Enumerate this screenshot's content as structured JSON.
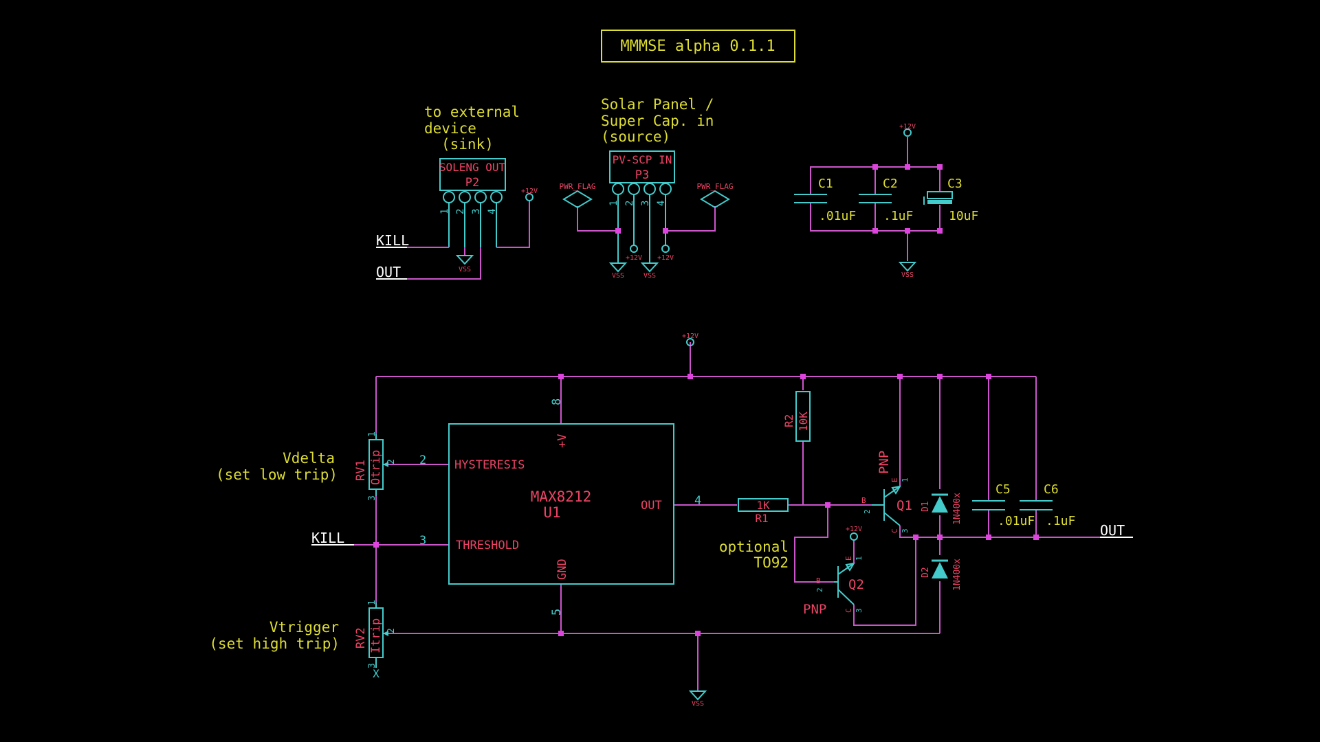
{
  "colors": {
    "background": "#000000",
    "wire": "#cc55cc",
    "component": "#44cccc",
    "reference": "#ee4466",
    "label": "#dddd33",
    "net": "#ffffff",
    "junction": "#dd44dd"
  },
  "title": "MMMSE alpha 0.1.1",
  "annotations": {
    "p2_note": [
      "to external",
      "device",
      "(sink)"
    ],
    "p3_note": [
      "Solar Panel /",
      "Super Cap. in",
      "(source)"
    ],
    "vdelta": [
      "Vdelta",
      "(set low trip)"
    ],
    "vtrigger": [
      "Vtrigger",
      "(set high trip)"
    ],
    "optional": [
      "optional",
      "TO92"
    ]
  },
  "nets": {
    "kill": "KILL",
    "out": "OUT"
  },
  "power": {
    "p12v": "+12V",
    "vss": "VSS",
    "pwr_flag": "PWR_FLAG"
  },
  "components": {
    "p2": {
      "ref": "P2",
      "value": "SOLENG OUT",
      "pins": [
        "1",
        "2",
        "3",
        "4"
      ]
    },
    "p3": {
      "ref": "P3",
      "value": "PV-SCP IN",
      "pins": [
        "1",
        "2",
        "3",
        "4"
      ]
    },
    "c1": {
      "ref": "C1",
      "value": ".01uF"
    },
    "c2": {
      "ref": "C2",
      "value": ".1uF"
    },
    "c3": {
      "ref": "C3",
      "value": "10uF"
    },
    "u1": {
      "ref": "U1",
      "value": "MAX8212",
      "pins": {
        "hyst": "HYSTERESIS",
        "thresh": "THRESHOLD",
        "out": "OUT",
        "v": "+V",
        "gnd": "GND"
      },
      "pin_numbers": [
        "8",
        "2",
        "3",
        "4",
        "5"
      ]
    },
    "rv1": {
      "ref": "RV1",
      "value": "Otrip"
    },
    "rv2": {
      "ref": "RV2",
      "value": "Itrip"
    },
    "r1": {
      "ref": "R1",
      "value": "1K"
    },
    "r2": {
      "ref": "R2",
      "value": "10K"
    },
    "q1": {
      "ref": "Q1",
      "value": "PNP"
    },
    "q2": {
      "ref": "Q2",
      "value": "PNP"
    },
    "d1": {
      "ref": "D1",
      "value": "1N400x"
    },
    "d2": {
      "ref": "D2",
      "value": "1N400x"
    },
    "c5": {
      "ref": "C5",
      "value": ".01uF"
    },
    "c6": {
      "ref": "C6",
      "value": ".1uF"
    }
  },
  "pin_labels": {
    "e": "E",
    "b": "B",
    "c": "C",
    "one": "1",
    "two": "2",
    "three": "3",
    "x": "X"
  }
}
